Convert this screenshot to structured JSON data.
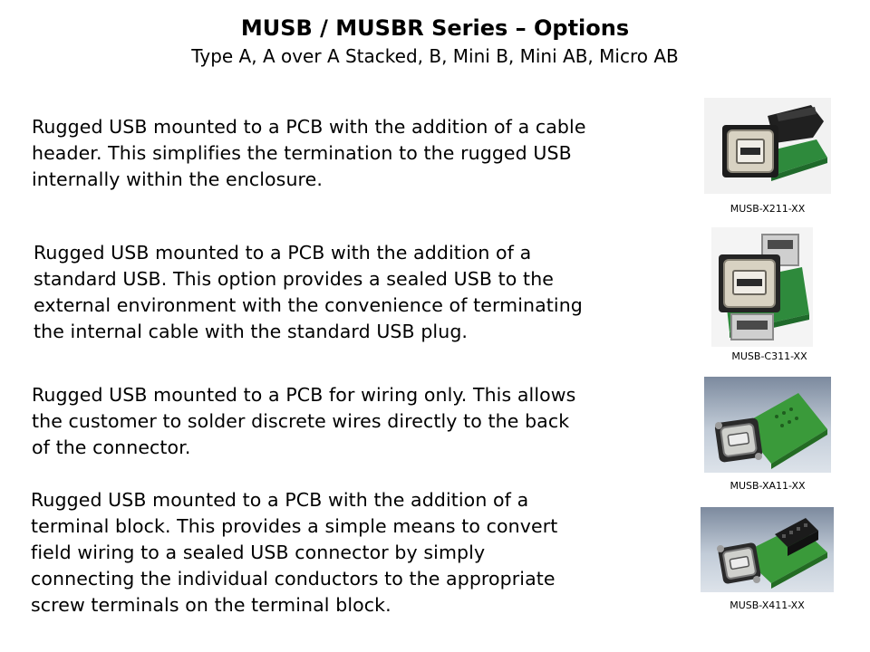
{
  "slide": {
    "title": "MUSB / MUSBR Series – Options",
    "subtitle": "Type A, A over A Stacked, B, Mini B, Mini AB, Micro AB"
  },
  "options": [
    {
      "lines": [
        "Rugged USB mounted to a PCB with the addition of a cable",
        "header. This simplifies the termination to the rugged USB",
        "internally within the enclosure."
      ],
      "caption": "MUSB-X211-XX"
    },
    {
      "lines": [
        "Rugged USB mounted to a PCB with the addition of a",
        "standard USB. This option provides a sealed USB to the",
        "external environment with the convenience of terminating",
        "the internal cable with the standard USB plug."
      ],
      "caption": "MUSB-C311-XX"
    },
    {
      "lines": [
        "Rugged USB mounted to a PCB for wiring only. This allows",
        "the customer to solder discrete wires directly to the back",
        "of the connector."
      ],
      "caption": "MUSB-XA11-XX"
    },
    {
      "lines": [
        "Rugged USB mounted to a PCB with the addition of a",
        "terminal block. This provides a simple means to convert",
        "field wiring to a sealed USB connector by simply",
        "connecting the individual conductors to the appropriate",
        "screw terminals on the terminal block."
      ],
      "caption": "MUSB-X411-XX"
    }
  ]
}
